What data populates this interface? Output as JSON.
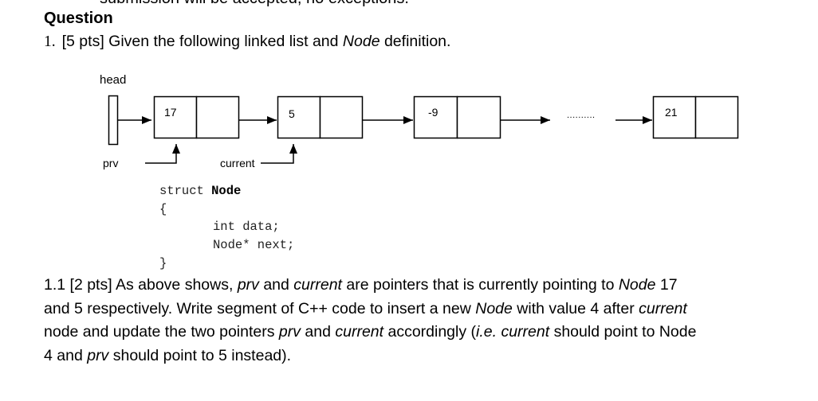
{
  "clipped_top_text": "submission will be accepted, no exceptions.",
  "heading": "Question",
  "question": {
    "number": "1.",
    "pts": "[5 pts]",
    "text_a": "Given the following linked list and ",
    "text_em": "Node",
    "text_b": " definition."
  },
  "diagram": {
    "head_label": "head",
    "prv_label": "prv",
    "current_label": "current",
    "ellipsis": "..........",
    "nodes": [
      "17",
      "5",
      "-9",
      "21"
    ]
  },
  "code": {
    "line1_kw": "struct ",
    "line1_name": "Node",
    "open_brace": "{",
    "field1": "int data;",
    "field2": "Node* next;",
    "close_brace": "}"
  },
  "subquestion": {
    "l1a": "1.1 [2 pts] As above shows, ",
    "l1_prv": "prv",
    "l1b": " and ",
    "l1_current": "current",
    "l1c": " are pointers that is currently pointing to ",
    "l1_node": "Node",
    "l1d": " 17",
    "l2a": "and 5 respectively. Write segment of C++ code to insert a new ",
    "l2_node": "Node",
    "l2b": " with value 4 after ",
    "l2_current": "current",
    "l3a": "node and update the two pointers ",
    "l3_prv": "prv",
    "l3b": " and ",
    "l3_current": "current",
    "l3c": " accordingly (",
    "l3_ie": "i.e. current",
    "l3d": " should point to Node",
    "l4a": "4 and ",
    "l4_prv": "prv",
    "l4b": " should point to 5 instead)."
  }
}
